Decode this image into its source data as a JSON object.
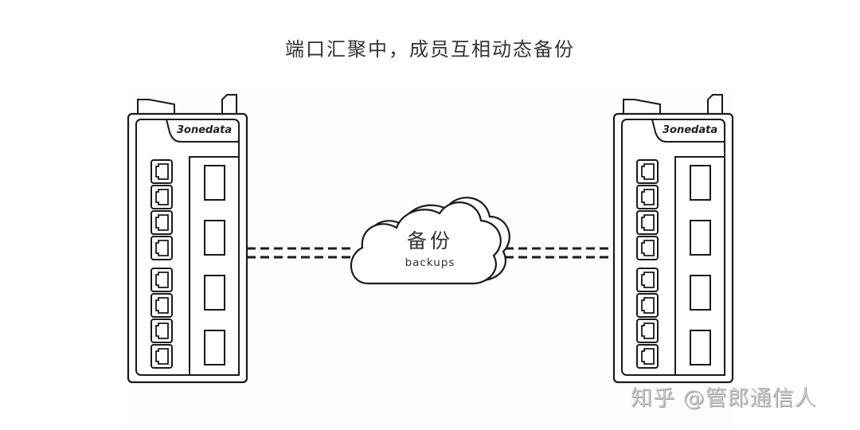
{
  "title": "端口汇聚中，成员互相动态备份",
  "cloud": {
    "label_cn": "备份",
    "label_en": "backups"
  },
  "switches": [
    {
      "id": "left-switch",
      "brand": "3onedata",
      "rj45_port_count": 8,
      "sfp_slot_count": 4
    },
    {
      "id": "right-switch",
      "brand": "3onedata",
      "rj45_port_count": 8,
      "sfp_slot_count": 4
    }
  ],
  "links": [
    {
      "from": "left-switch",
      "to": "cloud",
      "style": "double-dashed"
    },
    {
      "from": "cloud",
      "to": "right-switch",
      "style": "double-dashed"
    }
  ],
  "watermark": "知乎 @管郎通信人",
  "colors": {
    "stroke": "#1a1a1a",
    "text": "#333333",
    "watermark": "#c8c8c8"
  }
}
